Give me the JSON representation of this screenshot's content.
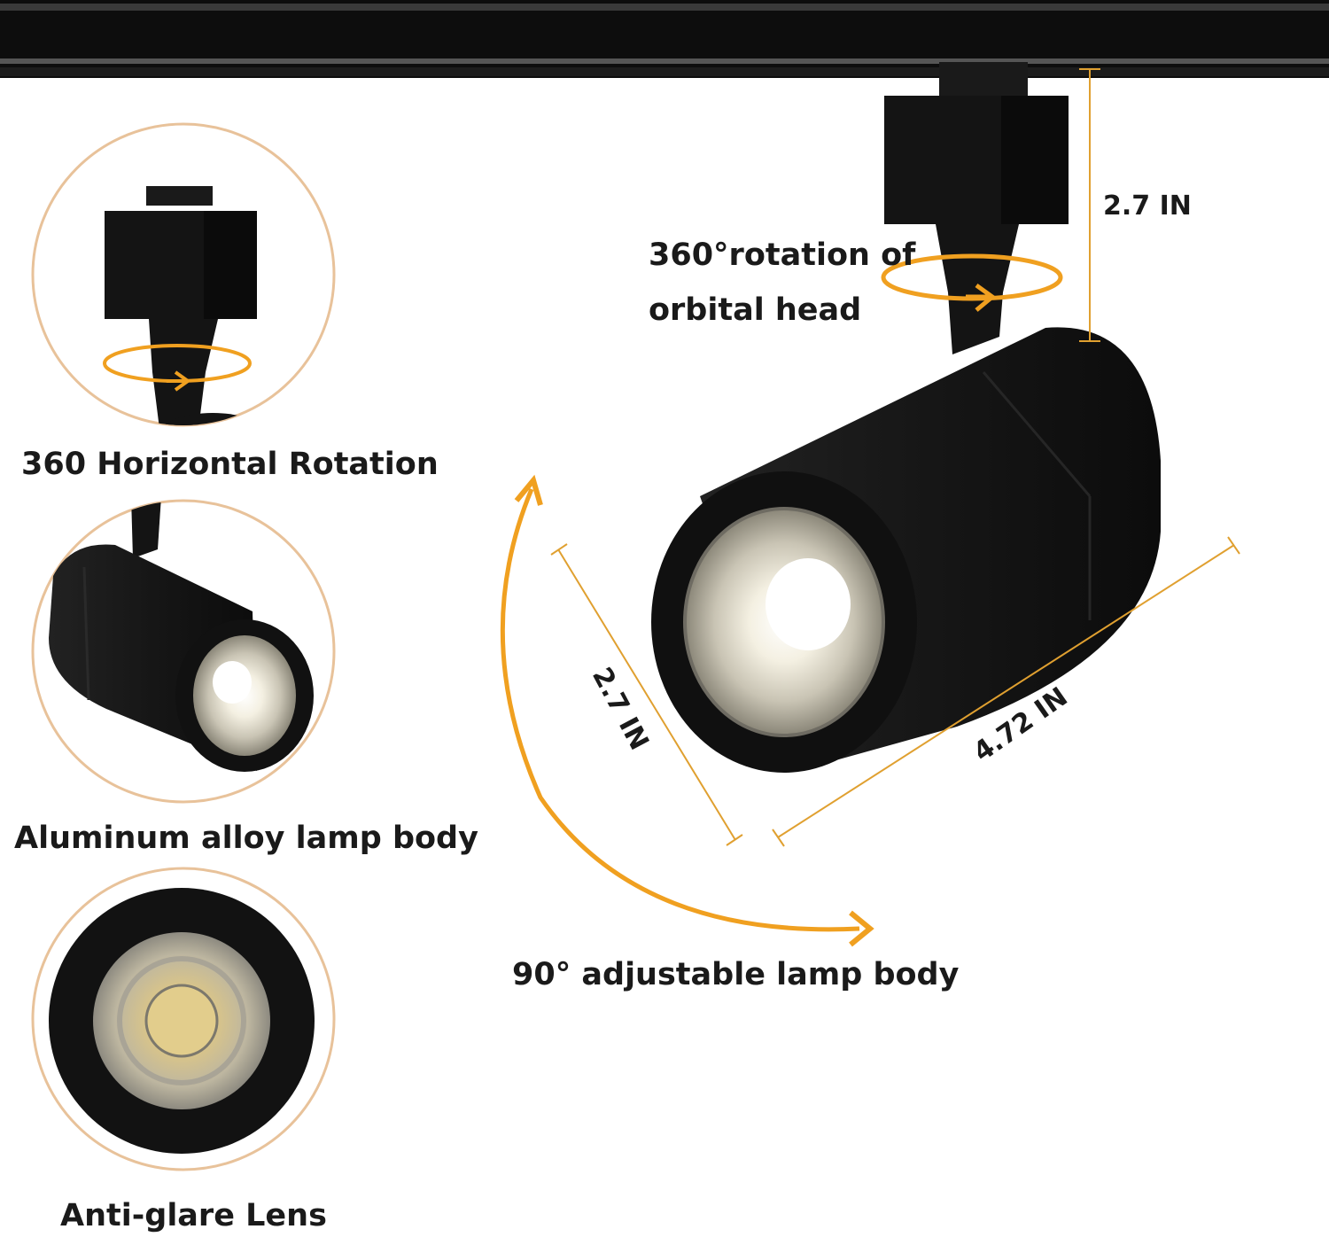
{
  "labels": {
    "horizontal_rotation": "360 Horizontal Rotation",
    "lamp_body": "Aluminum alloy lamp body",
    "anti_glare": "Anti-glare Lens",
    "rotation_line1": "360°rotation of",
    "rotation_line2": "orbital head",
    "adjustable": "90° adjustable lamp body"
  },
  "dimensions": {
    "height": "2.7 IN",
    "diameter": "2.7 IN",
    "length": "4.72 IN"
  },
  "colors": {
    "accent": "#f0a020",
    "circle_border": "#e8c29a",
    "product": "#141414",
    "track": "#0d0d0d"
  }
}
